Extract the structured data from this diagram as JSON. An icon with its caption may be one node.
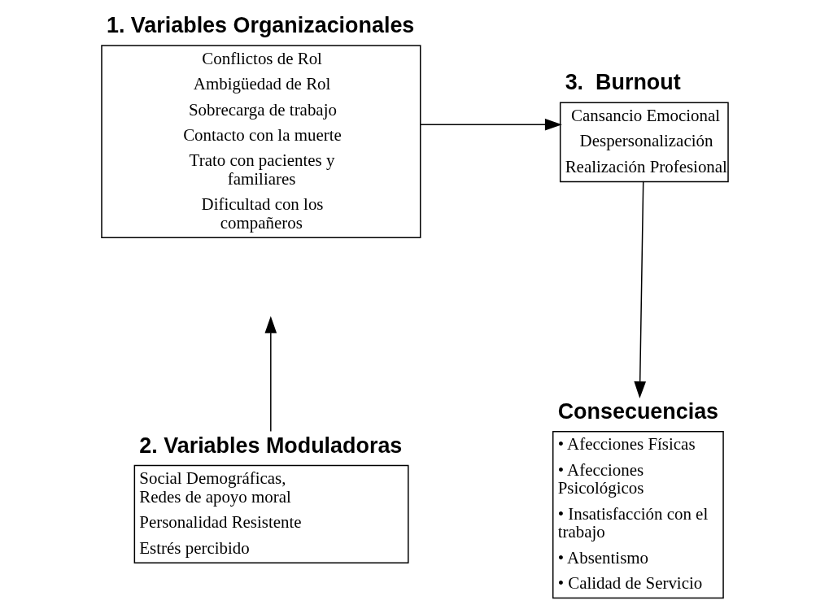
{
  "diagram": {
    "nodes": [
      {
        "text": [
          "1. Variables Organizacionales",
          "Conflictos de Rol",
          "Ambigüedad de Rol",
          "Sobrecarga de trabajo",
          "Contacto con la muerte",
          "Trato con pacientes y familiares",
          "Dificultad con los compañeros"
        ]
      },
      {
        "text": [
          "3.  Burnout",
          "Cansancio Emocional",
          "Despersonalización",
          "Realización Profesional"
        ]
      },
      {
        "text": [
          "2. Variables Moduladoras",
          "Social Demográficas, Redes de apoyo moral",
          "Personalidad Resistente",
          "Estrés percibido"
        ]
      },
      {
        "text": [
          "Consecuencias",
          "• Afecciones Físicas",
          "• Afecciones Psicológicos",
          "• Insatisfacción con el trabajo",
          "• Absentismo",
          "• Calidad de Servicio"
        ]
      }
    ],
    "edges": [
      {
        "from": 0,
        "to": 1,
        "arrow": "to"
      },
      {
        "from": 2,
        "to": null,
        "arrow": "to"
      },
      {
        "from": 1,
        "to": 3,
        "arrow": "to"
      }
    ]
  }
}
